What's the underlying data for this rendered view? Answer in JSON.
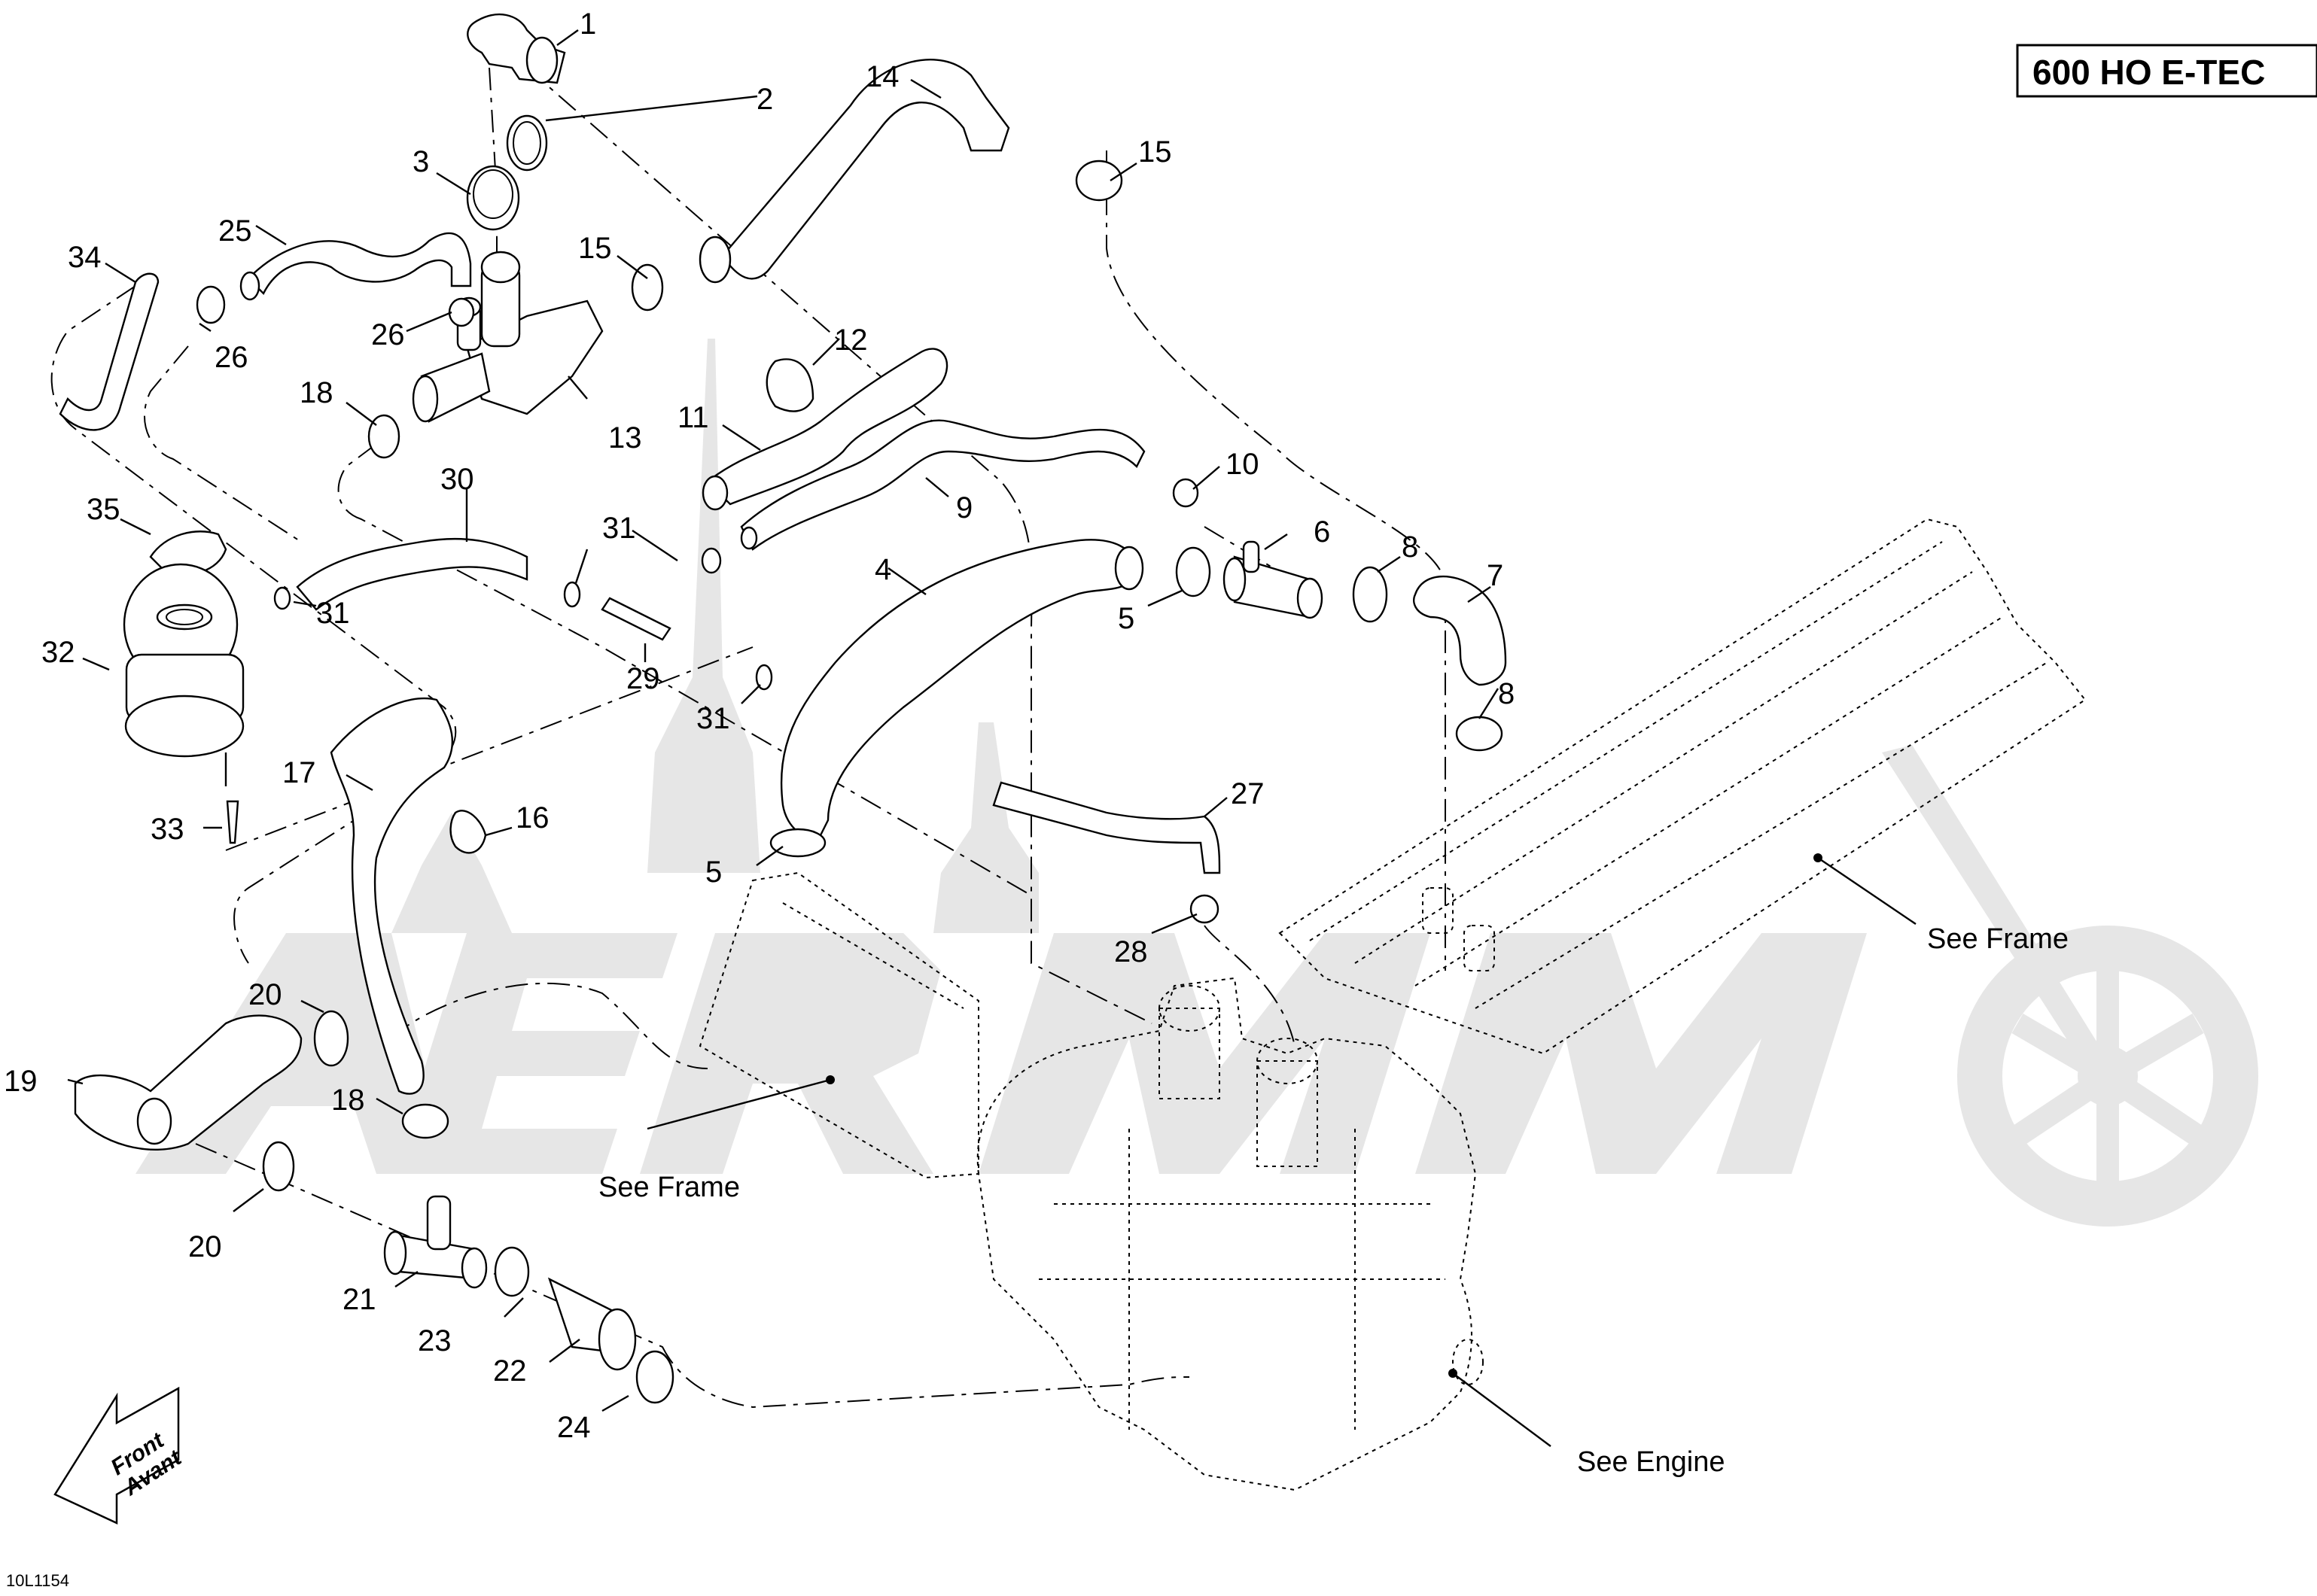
{
  "title": "600 HO E-TEC",
  "figure_id": "10L1154",
  "direction_arrow": {
    "line1": "Front",
    "line2": "Avant"
  },
  "references": {
    "see_frame_left": "See Frame",
    "see_frame_right": "See Frame",
    "see_engine": "See Engine"
  },
  "watermark": {
    "color": "#e6e6e6"
  },
  "callouts": [
    {
      "id": "c1",
      "label": "1"
    },
    {
      "id": "c2",
      "label": "2"
    },
    {
      "id": "c3",
      "label": "3"
    },
    {
      "id": "c4",
      "label": "4"
    },
    {
      "id": "c5a",
      "label": "5"
    },
    {
      "id": "c5b",
      "label": "5"
    },
    {
      "id": "c6",
      "label": "6"
    },
    {
      "id": "c7",
      "label": "7"
    },
    {
      "id": "c8a",
      "label": "8"
    },
    {
      "id": "c8b",
      "label": "8"
    },
    {
      "id": "c9",
      "label": "9"
    },
    {
      "id": "c10",
      "label": "10"
    },
    {
      "id": "c11",
      "label": "11"
    },
    {
      "id": "c12",
      "label": "12"
    },
    {
      "id": "c13",
      "label": "13"
    },
    {
      "id": "c14",
      "label": "14"
    },
    {
      "id": "c15a",
      "label": "15"
    },
    {
      "id": "c15b",
      "label": "15"
    },
    {
      "id": "c16",
      "label": "16"
    },
    {
      "id": "c17",
      "label": "17"
    },
    {
      "id": "c18a",
      "label": "18"
    },
    {
      "id": "c18b",
      "label": "18"
    },
    {
      "id": "c19",
      "label": "19"
    },
    {
      "id": "c20a",
      "label": "20"
    },
    {
      "id": "c20b",
      "label": "20"
    },
    {
      "id": "c21",
      "label": "21"
    },
    {
      "id": "c22",
      "label": "22"
    },
    {
      "id": "c23",
      "label": "23"
    },
    {
      "id": "c24",
      "label": "24"
    },
    {
      "id": "c25",
      "label": "25"
    },
    {
      "id": "c26a",
      "label": "26"
    },
    {
      "id": "c26b",
      "label": "26"
    },
    {
      "id": "c27",
      "label": "27"
    },
    {
      "id": "c28",
      "label": "28"
    },
    {
      "id": "c29",
      "label": "29"
    },
    {
      "id": "c30",
      "label": "30"
    },
    {
      "id": "c31a",
      "label": "31"
    },
    {
      "id": "c31b",
      "label": "31"
    },
    {
      "id": "c31c",
      "label": "31"
    },
    {
      "id": "c32",
      "label": "32"
    },
    {
      "id": "c33",
      "label": "33"
    },
    {
      "id": "c34",
      "label": "34"
    },
    {
      "id": "c35",
      "label": "35"
    }
  ]
}
